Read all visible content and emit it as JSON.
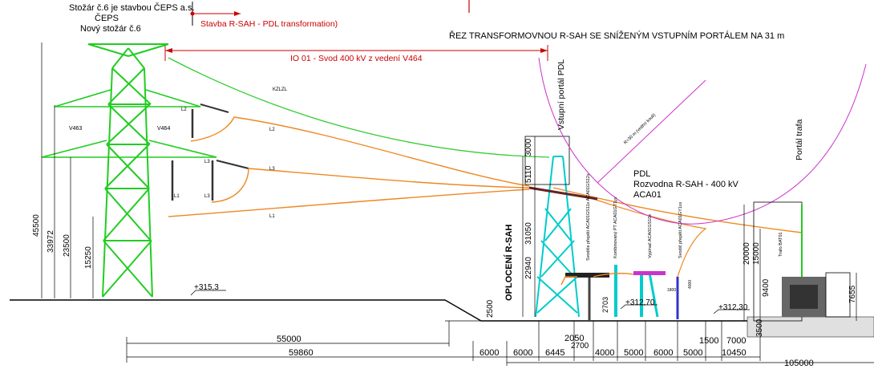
{
  "header": {
    "line1": "Stožár č.6  je stavbou ČEPS a.s.",
    "line2": "ČEPS",
    "line3": "Nový stožár č.6",
    "stage_red": "Stavba R-SAH - PDL transformation)",
    "section_title": "ŘEZ TRANSFORMOVNOU R-SAH SE SNÍŽENÝM VSTUPNÍM PORTÁLEM NA 31 m",
    "io_label": "IO 01 - Svod 400 kV z vedení V464"
  },
  "tower": {
    "left_circuit": "V463",
    "right_circuit": "V464",
    "phases": [
      "L2",
      "L3",
      "L1",
      "L3",
      "L1"
    ],
    "ground_wire": "KZLZL"
  },
  "conductors": [
    "L2",
    "L3",
    "L1"
  ],
  "substation": {
    "portal_label": "Vstupní portál PDL",
    "radius_label": "R=30 m (vnitřní kouli)",
    "pdl": "PDL",
    "switchyard": "Rozvodna R-SAH - 400 kV",
    "code": "ACA01",
    "transformer_portal": "Portál trafa",
    "fence": "OPLOCENÍ R-SAH",
    "equipment": [
      "Svodiče přepětí ACA01GS11x ACA01GS12x",
      "Kombinovaný PT ACA01GT1yx",
      "Vypínač ACA01GS10x",
      "Svodič přepětí ACA01GY1xx",
      "Trafo BAT01"
    ]
  },
  "elevations": [
    "+315,3",
    "+312,70",
    "+312,30"
  ],
  "dimensions_vertical": [
    "45500",
    "33972",
    "23500",
    "15250",
    "3000",
    "5110",
    "31050",
    "22940",
    "2500",
    "20000",
    "15000",
    "9400",
    "7655",
    "3500"
  ],
  "dimensions_horizontal": [
    "55000",
    "59860",
    "6000",
    "6000",
    "6445",
    "2050",
    "2700",
    "4000",
    "5000",
    "6000",
    "5000",
    "1500",
    "7000",
    "10450",
    "105000"
  ],
  "small_labels": [
    "1800",
    "4000",
    "2703"
  ]
}
